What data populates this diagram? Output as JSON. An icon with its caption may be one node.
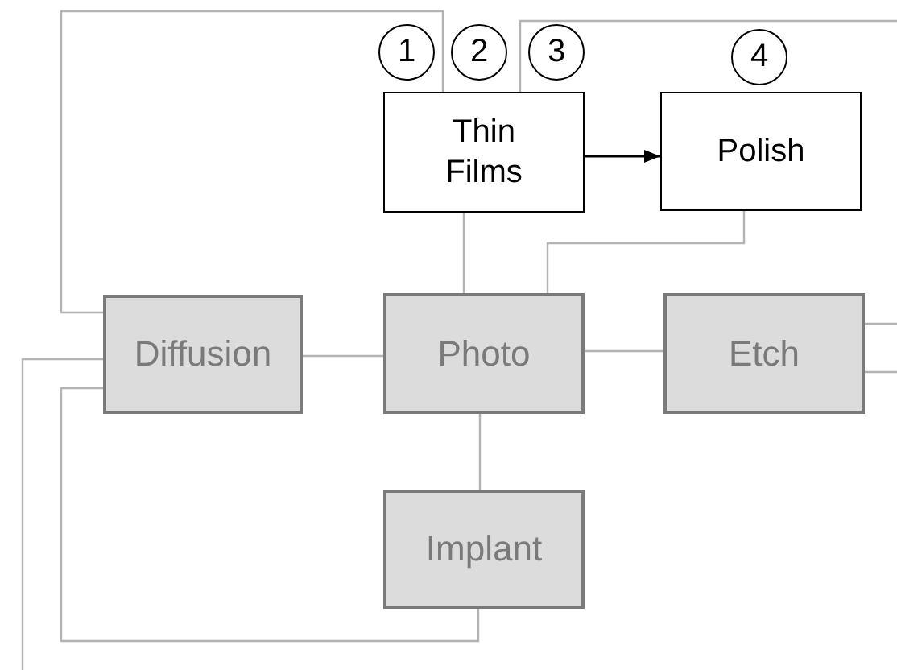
{
  "diagram": {
    "nodes": [
      {
        "text": [
          "1"
        ]
      },
      {
        "text": [
          "2"
        ]
      },
      {
        "text": [
          "3"
        ]
      },
      {
        "text": [
          "4"
        ]
      },
      {
        "text": [
          "Thin Films"
        ]
      },
      {
        "text": [
          "Polish"
        ]
      },
      {
        "text": [
          "Diffusion"
        ]
      },
      {
        "text": [
          "Photo"
        ]
      },
      {
        "text": [
          "Etch"
        ]
      },
      {
        "text": [
          "Implant"
        ]
      }
    ],
    "edges": [
      {
        "from": 4,
        "to": 6,
        "arrow": "none"
      },
      {
        "from": 4,
        "to": null,
        "arrow": "none"
      },
      {
        "from": 4,
        "to": 5,
        "arrow": "to",
        "color": "#000000"
      },
      {
        "from": 4,
        "to": 7,
        "arrow": "none"
      },
      {
        "from": 5,
        "to": 7,
        "arrow": "none"
      },
      {
        "from": 6,
        "to": 7,
        "arrow": "none"
      },
      {
        "from": 7,
        "to": 8,
        "arrow": "none"
      },
      {
        "from": 8,
        "to": null,
        "arrow": "none"
      },
      {
        "from": 8,
        "to": null,
        "arrow": "none"
      },
      {
        "from": 6,
        "to": null,
        "arrow": "none"
      },
      {
        "from": 6,
        "to": 9,
        "arrow": "none"
      },
      {
        "from": 7,
        "to": 9,
        "arrow": "none"
      }
    ]
  }
}
